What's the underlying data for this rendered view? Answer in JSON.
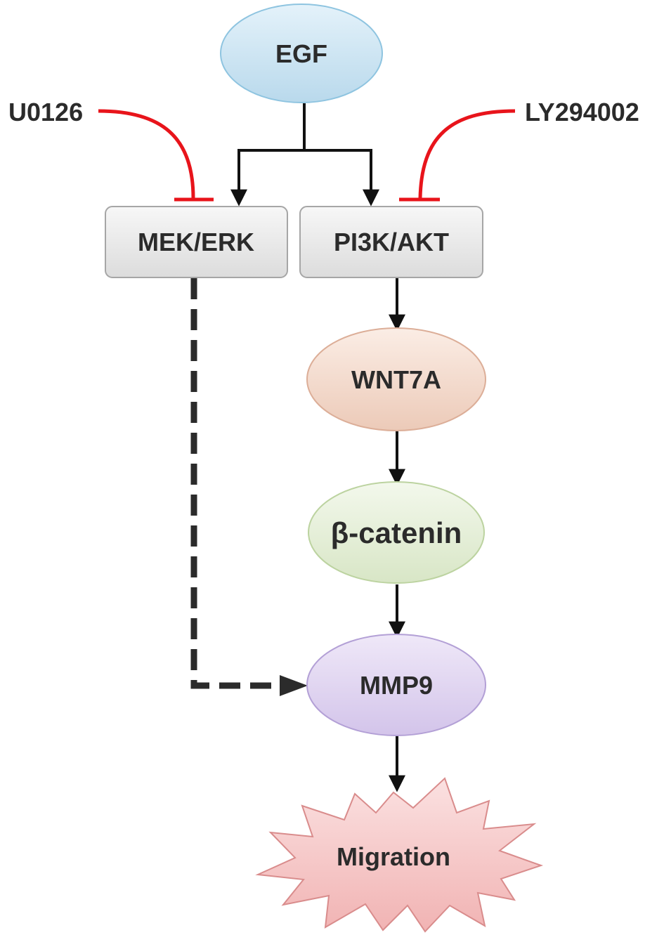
{
  "nodes": {
    "egf": "EGF",
    "mek_erk": "MEK/ERK",
    "pi3k_akt": "PI3K/AKT",
    "wnt7a": "WNT7A",
    "beta_catenin": "β-catenin",
    "mmp9": "MMP9",
    "migration": "Migration"
  },
  "inhibitors": {
    "left": "U0126",
    "right": "LY294002"
  },
  "colors": {
    "activation": "#111111",
    "inhibition": "#e8141b",
    "egf_fill": "#cfe6f3",
    "box_fill": "#ececec",
    "wnt7a_fill": "#f5ddd0",
    "beta_catenin_fill": "#e7f0dc",
    "mmp9_fill": "#e4dbf2",
    "migration_fill": "#f7cccc"
  }
}
